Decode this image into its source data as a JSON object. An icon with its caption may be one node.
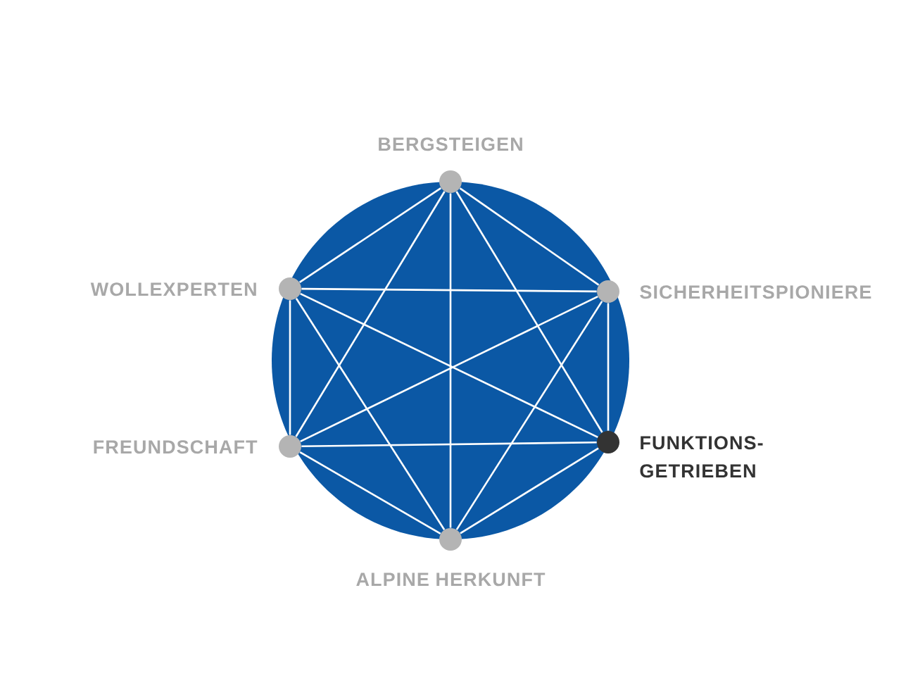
{
  "diagram": {
    "nodes": [
      {
        "text": [],
        "shape": "circle",
        "beside": [
          "BERGSTEIGEN"
        ]
      },
      {
        "text": [],
        "shape": "circle",
        "beside": [
          "WOLLEXPERTEN"
        ]
      },
      {
        "text": [],
        "shape": "circle",
        "beside": [
          "SICHERHEITSPIONIERE"
        ]
      },
      {
        "text": [],
        "shape": "circle",
        "beside": [
          "FREUNDSCHAFT"
        ]
      },
      {
        "text": [],
        "shape": "circle",
        "beside": [
          "FUNKTIONS- GETRIEBEN"
        ]
      },
      {
        "text": [],
        "shape": "circle",
        "beside": [
          "ALPINE HERKUNFT"
        ]
      }
    ],
    "edges": [
      {
        "from": 0,
        "to": 1,
        "arrow": "none"
      },
      {
        "from": 0,
        "to": 2,
        "arrow": "none"
      },
      {
        "from": 0,
        "to": 3,
        "arrow": "none"
      },
      {
        "from": 0,
        "to": 4,
        "arrow": "none"
      },
      {
        "from": 0,
        "to": 5,
        "arrow": "none"
      },
      {
        "from": 1,
        "to": 2,
        "arrow": "none"
      },
      {
        "from": 1,
        "to": 3,
        "arrow": "none"
      },
      {
        "from": 1,
        "to": 4,
        "arrow": "none"
      },
      {
        "from": 1,
        "to": 5,
        "arrow": "none"
      },
      {
        "from": 2,
        "to": 3,
        "arrow": "none"
      },
      {
        "from": 2,
        "to": 4,
        "arrow": "none"
      },
      {
        "from": 2,
        "to": 5,
        "arrow": "none"
      },
      {
        "from": 3,
        "to": 4,
        "arrow": "none"
      },
      {
        "from": 3,
        "to": 5,
        "arrow": "none"
      },
      {
        "from": 4,
        "to": 5,
        "arrow": "none"
      }
    ]
  }
}
